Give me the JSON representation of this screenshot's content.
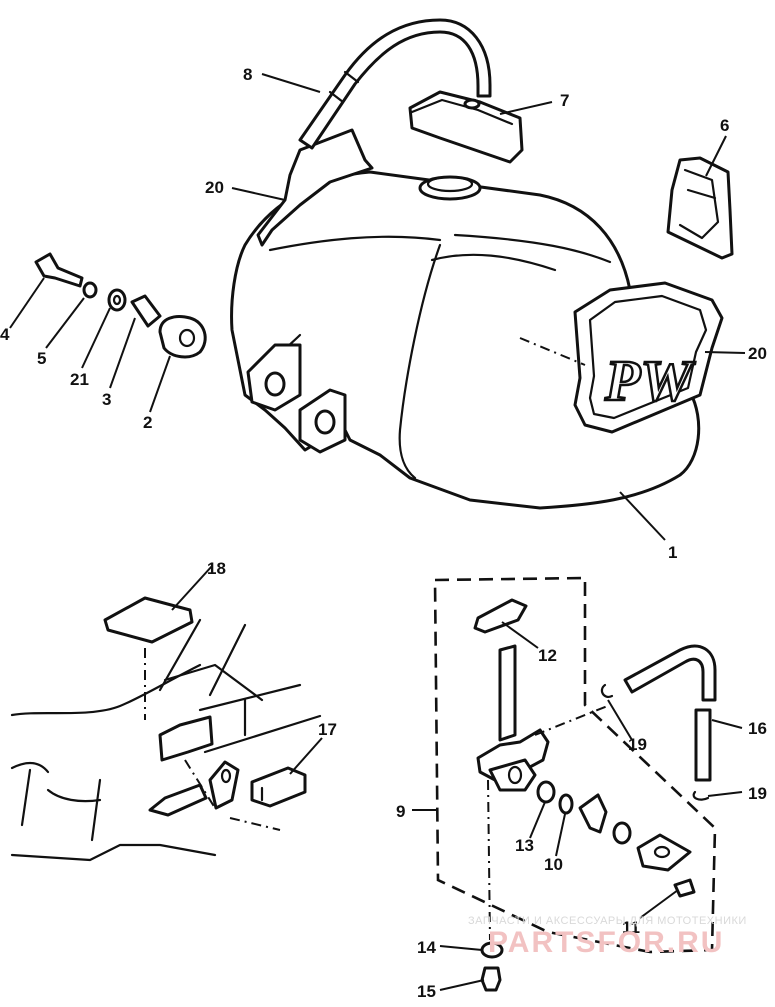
{
  "diagram": {
    "labels": {
      "l1": "1",
      "l2": "2",
      "l3": "3",
      "l4": "4",
      "l5": "5",
      "l6": "6",
      "l7": "7",
      "l8": "8",
      "l9": "9",
      "l10": "10",
      "l11": "11",
      "l12": "12",
      "l13": "13",
      "l14": "14",
      "l15": "15",
      "l16": "16",
      "l17": "17",
      "l18": "18",
      "l19a": "19",
      "l19b": "19",
      "l20a": "20",
      "l20b": "20",
      "l21": "21"
    },
    "emblem_text": "PW"
  },
  "watermark": {
    "caption": "ЗАПЧАСТИ И АКСЕССУАРЫ ДЛЯ МОТОТЕХНИКИ",
    "brand": "PARTSFOR.RU"
  },
  "colors": {
    "ink": "#111111",
    "paper": "#ffffff",
    "watermark_red": "#f2c2c2"
  }
}
